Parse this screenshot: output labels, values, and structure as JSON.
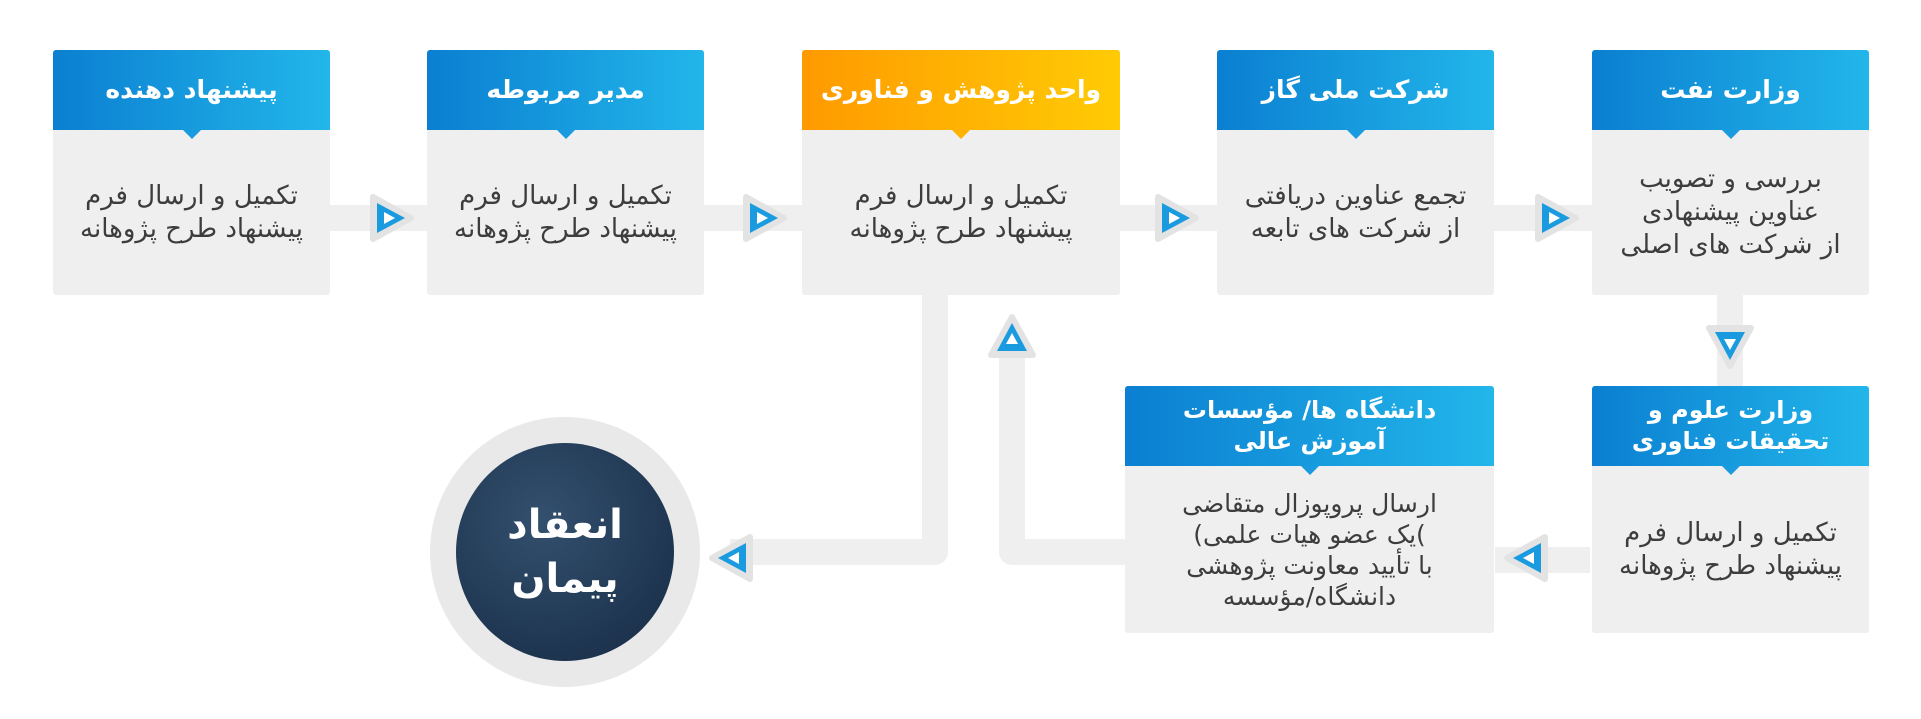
{
  "colors": {
    "header_blue": "#1a9be0",
    "header_orange": "#ffb300",
    "box_bg": "#efefef",
    "connector": "#efefef",
    "final_circle": "#1e3550"
  },
  "steps": {
    "proposer": {
      "title": "پیشنهاد دهنده",
      "lines": [
        "تکمیل و ارسال فرم",
        "پیشنهاد طرح پژوهانه"
      ]
    },
    "manager": {
      "title": "مدیر مربوطه",
      "lines": [
        "تکمیل و ارسال فرم",
        "پیشنهاد طرح پژوهانه"
      ]
    },
    "research_unit": {
      "title": "واحد پژوهش و فناوری",
      "lines": [
        "تکمیل و ارسال فرم",
        "پیشنهاد طرح پژوهانه"
      ]
    },
    "gas_company": {
      "title": "شرکت ملی گاز",
      "lines": [
        "تجمع عناوین دریافتی",
        "از شرکت های تابعه"
      ]
    },
    "oil_ministry": {
      "title": "وزارت نفت",
      "lines": [
        "بررسی و تصویب",
        "عناوین پیشنهادی",
        "از شرکت های اصلی"
      ]
    },
    "science_ministry": {
      "title_lines": [
        "وزارت علوم و",
        "تحقیقات فناوری"
      ],
      "lines": [
        "تکمیل و ارسال فرم",
        "پیشنهاد طرح پژوهانه"
      ]
    },
    "universities": {
      "title_lines": [
        "دانشگاه ها/ مؤسسات",
        "آموزش عالی"
      ],
      "lines": [
        "ارسال پروپوزال متقاضی",
        ")یک عضو هیات علمی)",
        "با تأیید معاونت پژوهشی",
        "دانشگاه/مؤسسه"
      ]
    }
  },
  "final": {
    "lines": [
      "انعقاد",
      "پیمان"
    ]
  }
}
